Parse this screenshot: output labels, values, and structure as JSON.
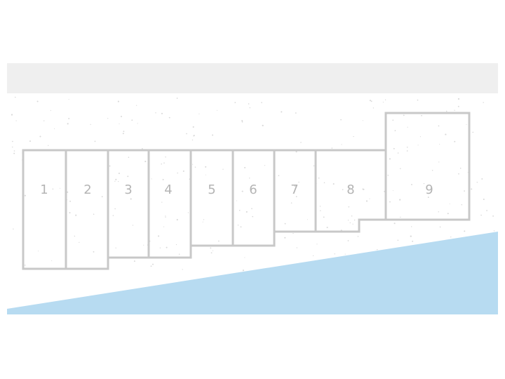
{
  "colors": {
    "road": "#efefef",
    "water": "#b7dbf1",
    "plot_outline": "#c8c8c8",
    "label": "#b4b4b4",
    "speckle": "#d9d9d9"
  },
  "plots": [
    {
      "label": "1"
    },
    {
      "label": "2"
    },
    {
      "label": "3"
    },
    {
      "label": "4"
    },
    {
      "label": "5"
    },
    {
      "label": "6"
    },
    {
      "label": "7"
    },
    {
      "label": "8"
    },
    {
      "label": "9"
    }
  ]
}
